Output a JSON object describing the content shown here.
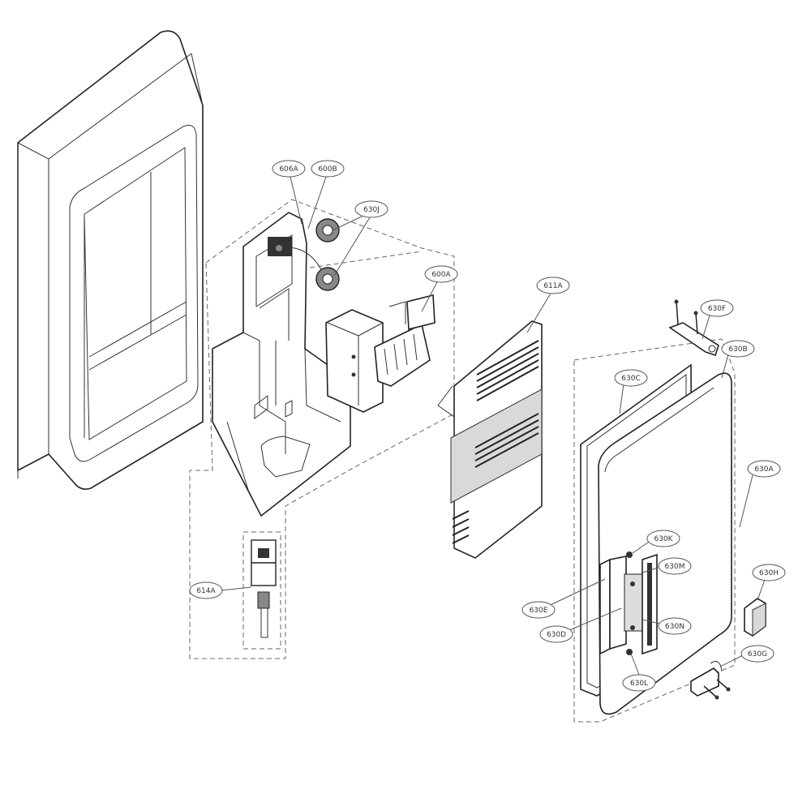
{
  "diagram": {
    "callouts": [
      {
        "id": "c606a",
        "label": "606A"
      },
      {
        "id": "c600b",
        "label": "600B"
      },
      {
        "id": "c630j",
        "label": "630J"
      },
      {
        "id": "c600a",
        "label": "600A"
      },
      {
        "id": "c611a",
        "label": "611A"
      },
      {
        "id": "c614a",
        "label": "614A"
      },
      {
        "id": "c630f",
        "label": "630F"
      },
      {
        "id": "c630b",
        "label": "630B"
      },
      {
        "id": "c630c",
        "label": "630C"
      },
      {
        "id": "c630a",
        "label": "630A"
      },
      {
        "id": "c630k",
        "label": "630K"
      },
      {
        "id": "c630m",
        "label": "630M"
      },
      {
        "id": "c630h",
        "label": "630H"
      },
      {
        "id": "c630e",
        "label": "630E"
      },
      {
        "id": "c630d",
        "label": "630D"
      },
      {
        "id": "c630n",
        "label": "630N"
      },
      {
        "id": "c630l",
        "label": "630L"
      },
      {
        "id": "c630g",
        "label": "630G"
      }
    ]
  }
}
